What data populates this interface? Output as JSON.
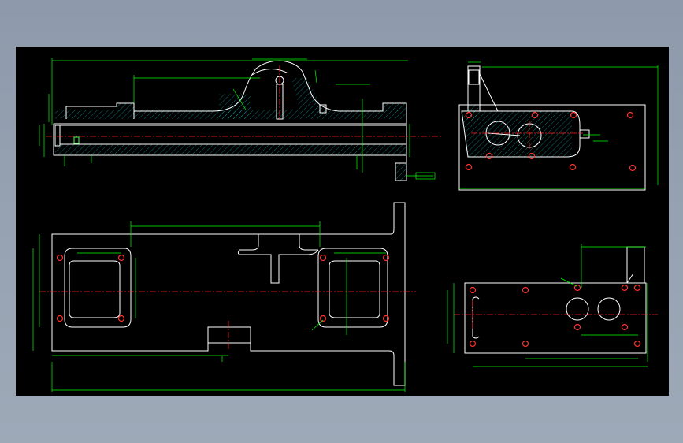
{
  "window": {
    "background": "#9aa6b6"
  },
  "canvas": {
    "background": "#000000"
  },
  "colors": {
    "outline": "#ffffff",
    "dimension": "#00ff00",
    "centerline": "#ff2020",
    "hatch": "#18b8b8",
    "hole": "#ff3030"
  },
  "views": [
    {
      "name": "section-view-front"
    },
    {
      "name": "side-view-right"
    },
    {
      "name": "plan-view-bottom"
    },
    {
      "name": "end-view-bottom-right"
    }
  ]
}
